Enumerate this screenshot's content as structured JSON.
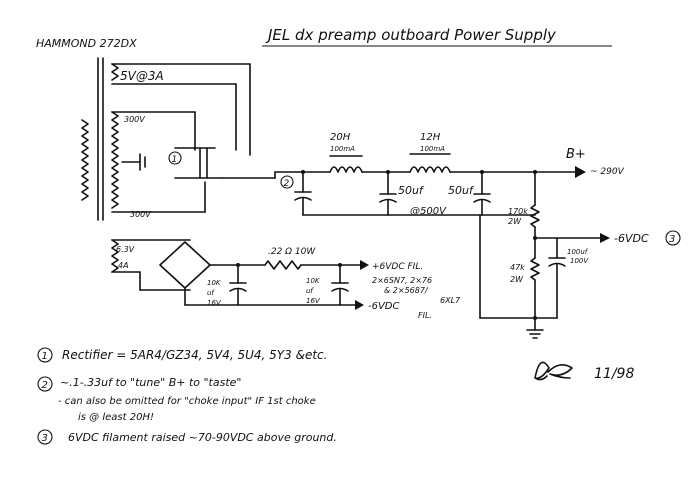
{
  "title": "JEL dx preamp outboard Power Supply",
  "transformer": {
    "model": "HAMMOND 272DX",
    "winding_5v": "5V@3A",
    "hv_top": "300V",
    "hv_bottom": "300V",
    "fil_voltage": "6.3V",
    "fil_current": "4A"
  },
  "hv_supply": {
    "note1_marker": "1",
    "note2_marker": "2",
    "choke1": "20H",
    "choke1_current": "100mA",
    "choke2": "12H",
    "choke2_current": "100mA",
    "cap1": "50uf",
    "cap2": "50uf",
    "cap2_rating": "@500V",
    "bplus_label": "B+",
    "bplus_voltage": "~ 290V",
    "divider_top": "170k",
    "divider_top_watts": "2W",
    "divider_bottom": "47k",
    "divider_bottom_watts": "2W",
    "bias_cap": "100uf",
    "bias_cap_rating": "100V",
    "bias_out": "-6VDC",
    "bias_marker": "3"
  },
  "filament": {
    "resistor": ".22 Ω 10W",
    "cap1_value": "10K",
    "cap1_unit": "uf",
    "cap1_voltage": "16V",
    "cap2_value": "10K",
    "cap2_unit": "uf",
    "cap2_voltage": "16V",
    "out_pos": "+6VDC FIL.",
    "out_neg": "-6VDC",
    "out_neg_suffix": "FIL.",
    "tubes_line1": "2×6SN7, 2×76",
    "tubes_line2": "& 2×5687/",
    "tubes_line3": "6XL7"
  },
  "notes": [
    {
      "marker": "1",
      "text": "Rectifier = 5AR4/GZ34, 5V4, 5U4, 5Y3 &etc."
    },
    {
      "marker": "2",
      "text": "~.1-.33uf to \"tune\" B+ to \"taste\"",
      "sub1": "- can also be omitted for \"choke input\" IF 1st choke",
      "sub2": "is @ least 20H!"
    },
    {
      "marker": "3",
      "text": "6VDC filament raised ~70-90VDC above ground."
    }
  ],
  "signature": {
    "initials": "LE",
    "date": "11/98"
  }
}
